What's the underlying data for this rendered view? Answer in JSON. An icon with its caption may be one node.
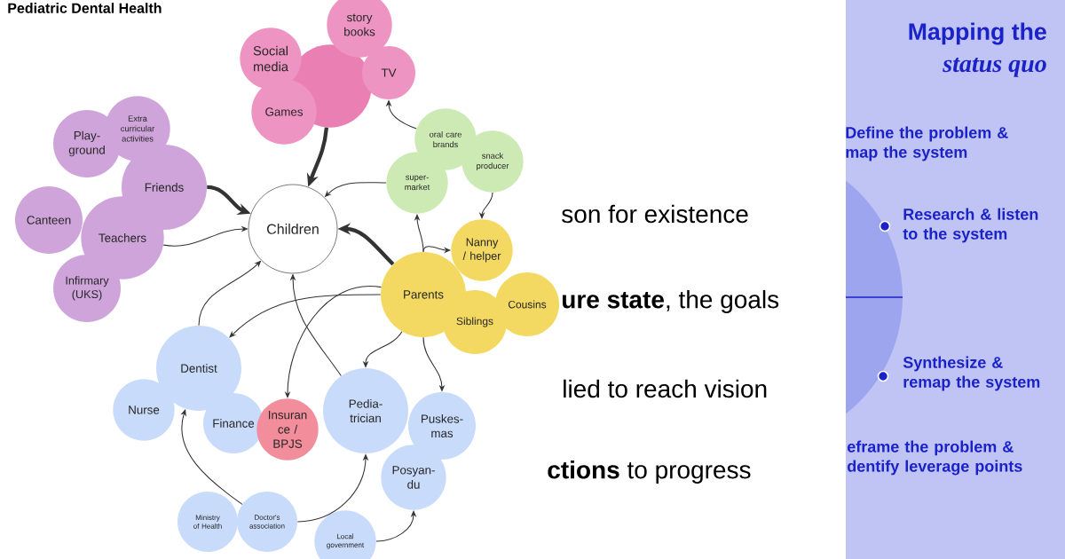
{
  "diagram": {
    "title": "Pediatric Dental Health",
    "nodes": [
      {
        "text": [
          "Children"
        ]
      },
      {
        "text": [
          "story books"
        ]
      },
      {
        "text": [
          "Social media"
        ]
      },
      {
        "text": [],
        "shape": "circle"
      },
      {
        "text": [
          "TV"
        ]
      },
      {
        "text": [
          "Games"
        ]
      },
      {
        "text": [
          "Play- ground"
        ]
      },
      {
        "text": [
          "Extra curricular activities"
        ]
      },
      {
        "text": [
          "Friends"
        ]
      },
      {
        "text": [
          "Canteen"
        ]
      },
      {
        "text": [
          "Teachers"
        ]
      },
      {
        "text": [
          "Infirmary (UKS)"
        ]
      },
      {
        "text": [
          "oral care brands"
        ]
      },
      {
        "text": [
          "snack producer"
        ]
      },
      {
        "text": [
          "super- market"
        ]
      },
      {
        "text": [
          "Parents"
        ]
      },
      {
        "text": [
          "Nanny / helper"
        ]
      },
      {
        "text": [
          "Siblings"
        ]
      },
      {
        "text": [
          "Cousins"
        ]
      },
      {
        "text": [
          "Dentist"
        ]
      },
      {
        "text": [
          "Nurse"
        ]
      },
      {
        "text": [
          "Finance"
        ]
      },
      {
        "text": [
          "Insuran ce / BPJS"
        ]
      },
      {
        "text": [
          "Pedia- trician"
        ]
      },
      {
        "text": [
          "Puskes- mas"
        ]
      },
      {
        "text": [
          "Posyan- du"
        ]
      },
      {
        "text": [
          "Ministry of Health"
        ]
      },
      {
        "text": [
          "Doctor's association"
        ]
      },
      {
        "text": [
          "Local government"
        ]
      }
    ],
    "edges": [
      {
        "from": 3,
        "to": 0,
        "arrow": "to",
        "style": "thick"
      },
      {
        "from": 8,
        "to": 0,
        "arrow": "to",
        "style": "thick"
      },
      {
        "from": 10,
        "to": 0,
        "arrow": "to"
      },
      {
        "from": 14,
        "to": 0,
        "arrow": "to"
      },
      {
        "from": 15,
        "to": 0,
        "arrow": "to",
        "style": "thick"
      },
      {
        "from": 12,
        "to": 4,
        "arrow": "to"
      },
      {
        "from": 13,
        "to": 16,
        "arrow": "to"
      },
      {
        "from": 15,
        "to": 14,
        "arrow": "to"
      },
      {
        "from": 15,
        "to": 16,
        "arrow": "to"
      },
      {
        "from": 15,
        "to": 19,
        "arrow": "to"
      },
      {
        "from": 15,
        "to": 22,
        "arrow": "to"
      },
      {
        "from": 15,
        "to": 23,
        "arrow": "to"
      },
      {
        "from": 15,
        "to": 24,
        "arrow": "to"
      },
      {
        "from": 19,
        "to": 0,
        "arrow": "to"
      },
      {
        "from": 23,
        "to": 0,
        "arrow": "to"
      },
      {
        "from": 27,
        "to": 19,
        "arrow": "to"
      },
      {
        "from": 27,
        "to": 23,
        "arrow": "to"
      },
      {
        "from": 28,
        "to": 25,
        "arrow": "to"
      }
    ],
    "labels": [
      "son for existence",
      "**ure state**, the goals",
      "lied to reach vision",
      "**ctions** to progress",
      "Mapping the",
      "status quo",
      "Define the problem & map the system",
      "Research & listen to the system",
      "Synthesize & remap the system",
      "eframe the problem & dentify leverage points"
    ]
  }
}
